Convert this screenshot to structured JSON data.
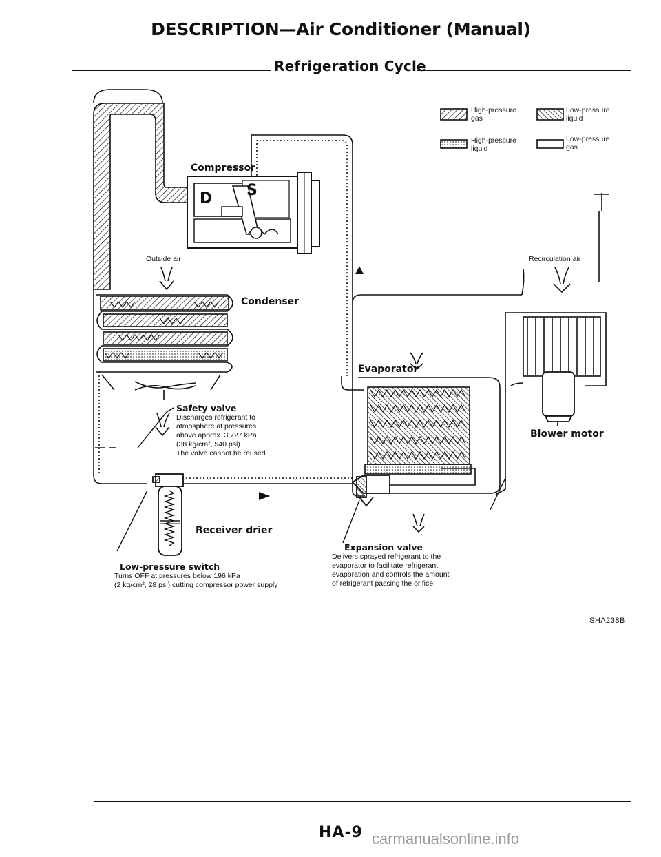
{
  "header": {
    "title": "DESCRIPTION—Air Conditioner (Manual)",
    "subtitle": "Refrigeration Cycle"
  },
  "legend": {
    "high_pressure_gas": "High-pressure\ngas",
    "low_pressure_liquid": "Low-pressure\nliquid",
    "high_pressure_liquid": "High-pressure\nliquid",
    "low_pressure_gas": "Low-pressure\ngas"
  },
  "components": {
    "compressor": "Compressor",
    "discharge_letter": "D",
    "suction_letter": "S",
    "outside_air": "Outside air",
    "condenser": "Condenser",
    "recirculation_air": "Recirculation air",
    "evaporator": "Evaporator",
    "blower_motor": "Blower motor",
    "receiver_drier": "Receiver drier"
  },
  "notes": {
    "safety_valve": {
      "title": "Safety valve",
      "lines": [
        "Discharges refrigerant to",
        "atmosphere at pressures",
        "above approx. 3,727 kPa",
        "(38 kg/cm², 540 psi)",
        "The valve cannot be reused"
      ]
    },
    "low_pressure_switch": {
      "title": "Low-pressure switch",
      "lines": [
        "Turns OFF at pressures below 196 kPa",
        "(2 kg/cm², 28 psi) cutting compressor power supply"
      ]
    },
    "expansion_valve": {
      "title": "Expansion valve",
      "lines": [
        "Delivers sprayed refrigerant to the",
        "evaporator to facilitate refrigerant",
        "evaporation and controls the amount",
        "of refrigerant passing the orifice"
      ]
    }
  },
  "figure_code": "SHA238B",
  "page_number": "HA-9",
  "watermark": "carmanualsonline.info",
  "colors": {
    "ink": "#111111",
    "watermark": "#9a9a9a"
  }
}
